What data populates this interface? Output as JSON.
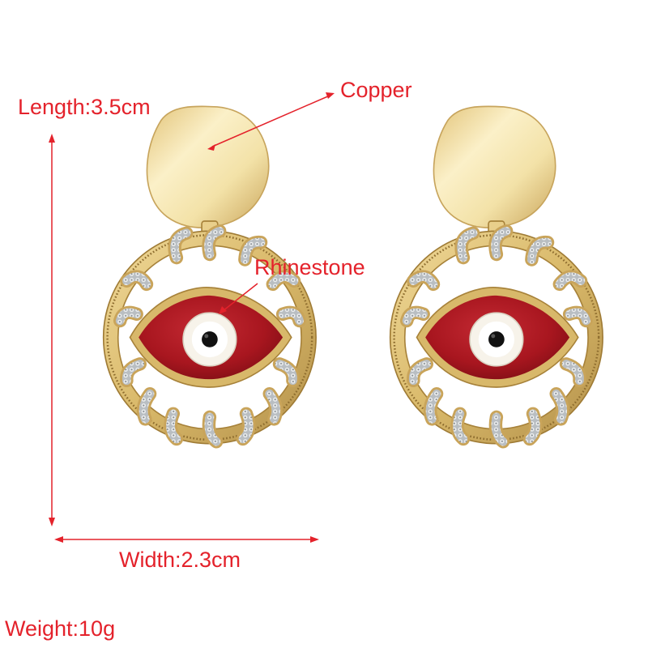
{
  "product": {
    "subject": "evil eye drop earrings",
    "annotations": {
      "length": "Length:3.5cm",
      "copper": "Copper",
      "rhinestone": "Rhinestone",
      "width": "Width:2.3cm",
      "weight": "Weight:10g"
    }
  },
  "colors": {
    "annotation_text": "#e4222b",
    "gold_light": "#fbf0c8",
    "gold_mid": "#e4c67e",
    "gold_dark": "#a7823a",
    "enamel_red": "#a8161f",
    "enamel_dark": "#7a0d14",
    "crystal": "#cfd3d6"
  }
}
